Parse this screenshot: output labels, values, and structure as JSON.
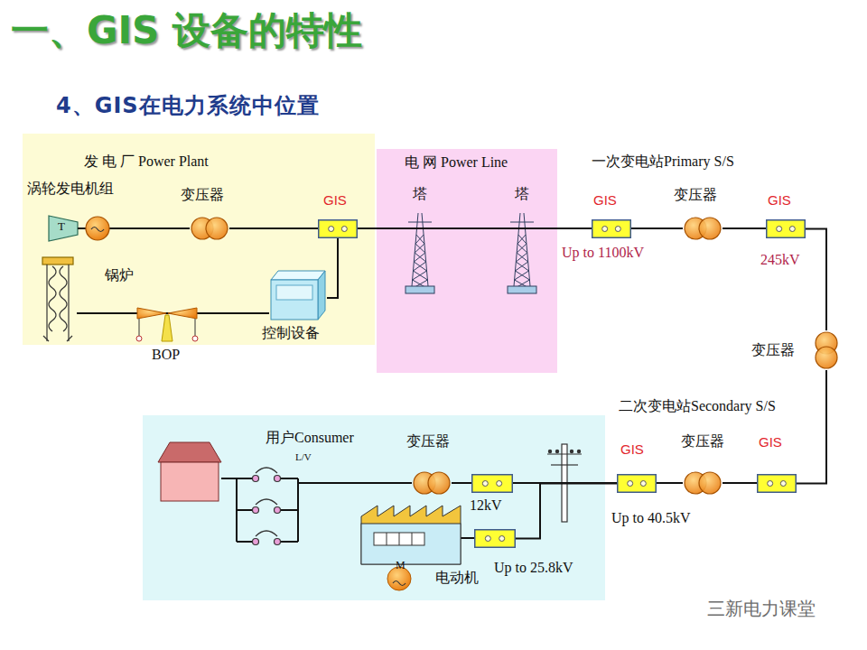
{
  "diagram": {
    "title": "一、GIS 设备的特性",
    "nodes": [
      {
        "text": [
          "发 电 厂 Power Plant"
        ]
      },
      {
        "text": [
          "涡轮发电机组",
          "T"
        ],
        "in": 0
      },
      {
        "text": [
          "变压器"
        ],
        "in": 0
      },
      {
        "text": [
          "GIS"
        ],
        "in": 0
      },
      {
        "text": [
          "控制设备"
        ],
        "in": 0
      },
      {
        "text": [
          "电 网 Power Line"
        ]
      },
      {
        "text": [
          "塔"
        ],
        "in": 5
      },
      {
        "text": [
          "塔"
        ],
        "in": 5
      },
      {
        "text": [
          "GIS",
          "Up to  1100kV"
        ]
      },
      {
        "text": [
          "变压器"
        ]
      },
      {
        "text": [
          "GIS",
          "245kV"
        ]
      },
      {
        "text": [
          "变压器"
        ]
      },
      {
        "text": [
          "GIS"
        ]
      },
      {
        "text": [
          "变压器"
        ]
      },
      {
        "text": [
          "GIS",
          "Up to 40.5kV"
        ]
      },
      {
        "text": [
          "12kV"
        ]
      },
      {
        "text": [
          "变压器"
        ]
      },
      {
        "text": [
          "Up to 25.8kV"
        ]
      }
    ],
    "edges": [
      {
        "from": 1,
        "to": 2,
        "arrow": "none"
      },
      {
        "from": 2,
        "to": 3,
        "arrow": "none"
      },
      {
        "from": 4,
        "to": 3,
        "arrow": "none"
      },
      {
        "from": 3,
        "to": 6,
        "arrow": "none"
      },
      {
        "from": 6,
        "to": 7,
        "arrow": "none"
      },
      {
        "from": 7,
        "to": 8,
        "arrow": "none"
      },
      {
        "from": 8,
        "to": 9,
        "arrow": "none"
      },
      {
        "from": 9,
        "to": 10,
        "arrow": "none"
      },
      {
        "from": 10,
        "to": 11,
        "arrow": "none"
      },
      {
        "from": 11,
        "to": 12,
        "arrow": "none"
      },
      {
        "from": 12,
        "to": 13,
        "arrow": "none"
      },
      {
        "from": 13,
        "to": 14,
        "arrow": "none"
      },
      {
        "from": 14,
        "to": 15,
        "arrow": "none"
      },
      {
        "from": 14,
        "to": 17,
        "arrow": "none"
      },
      {
        "from": 15,
        "to": 16,
        "arrow": "none"
      }
    ],
    "labels": [
      "4、GIS在电力系统中位置",
      "锅炉",
      "BOP",
      "一次变电站Primary S/S",
      "二次变电站Secondary S/S",
      "用户Consumer",
      "L/V",
      "M",
      "电动机",
      "三新电力课堂"
    ]
  }
}
